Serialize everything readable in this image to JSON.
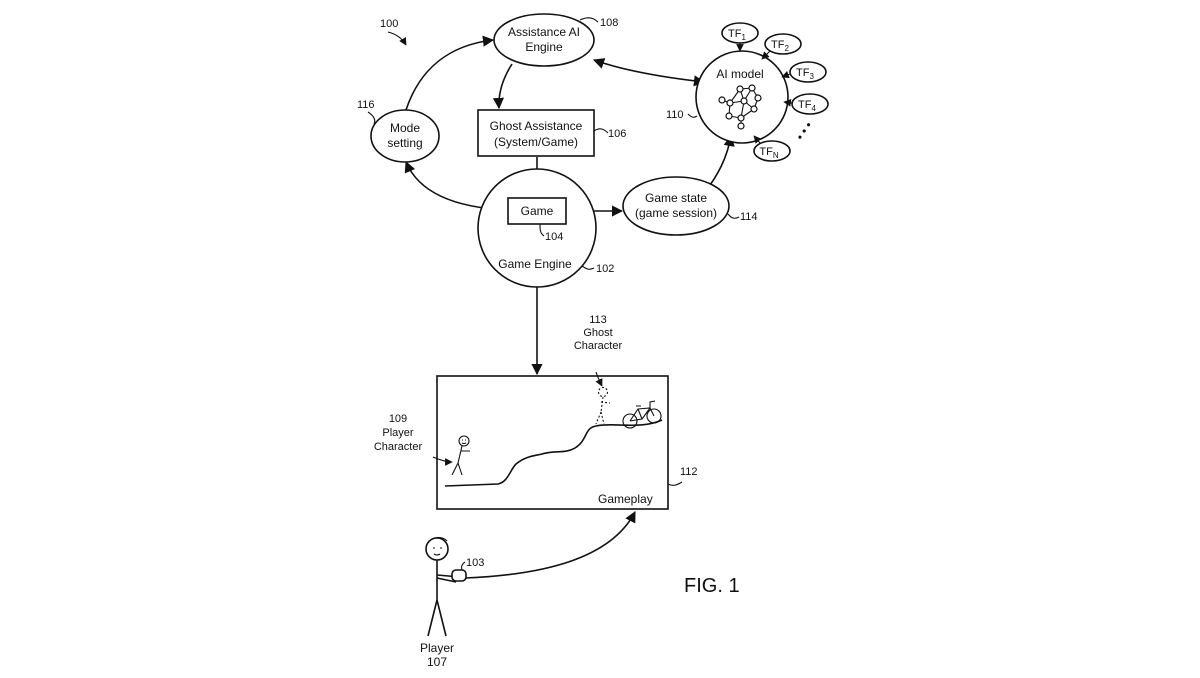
{
  "figure_id": "100",
  "caption": "FIG. 1",
  "nodes": {
    "assistance_ai_engine": {
      "label": [
        "Assistance AI",
        "Engine"
      ],
      "ref": "108"
    },
    "mode_setting": {
      "label": [
        "Mode",
        "setting"
      ],
      "ref": "116"
    },
    "ghost_assistance": {
      "label": [
        "Ghost Assistance",
        "(System/Game)"
      ],
      "ref": "106"
    },
    "game": {
      "label": "Game",
      "ref": "104"
    },
    "game_engine": {
      "label": "Game Engine",
      "ref": "102"
    },
    "game_state": {
      "label": [
        "Game state",
        "(game session)"
      ],
      "ref": "114"
    },
    "ai_model": {
      "label": "AI model",
      "ref": "110"
    },
    "training_features": [
      {
        "base": "TF",
        "sub": "1"
      },
      {
        "base": "TF",
        "sub": "2"
      },
      {
        "base": "TF",
        "sub": "3"
      },
      {
        "base": "TF",
        "sub": "4"
      },
      {
        "base": "TF",
        "sub": "N"
      }
    ],
    "ellipsis": "• • •"
  },
  "gameplay": {
    "label": "Gameplay",
    "ref": "112",
    "ghost_character": {
      "ref": "113",
      "label": [
        "Ghost",
        "Character"
      ]
    },
    "player_character": {
      "ref": "109",
      "label": [
        "Player",
        "Character"
      ]
    }
  },
  "player": {
    "label": "Player",
    "ref": "107",
    "controller_ref": "103"
  }
}
